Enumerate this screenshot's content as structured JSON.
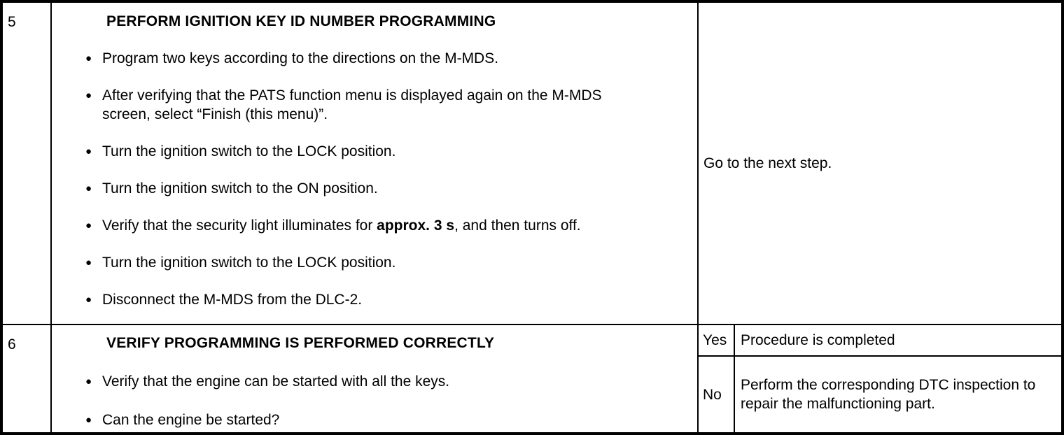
{
  "table": {
    "bullet_glyph": "●",
    "rows": [
      {
        "step": "5",
        "title": "PERFORM IGNITION KEY ID NUMBER PROGRAMMING",
        "bullets": [
          "Program two keys according to the directions on the M-MDS.",
          "After verifying that the PATS function menu is displayed again on the M-MDS screen, select “Finish (this menu)”.",
          "Turn the ignition switch to the LOCK position.",
          "Turn the ignition switch to the ON position.",
          {
            "pre": "Verify that the security light illuminates for ",
            "bold": "approx. 3 s",
            "post": ", and then turns off."
          },
          "Turn the ignition switch to the LOCK position.",
          "Disconnect the M-MDS from the DLC-2."
        ],
        "result": "Go to the next step."
      },
      {
        "step": "6",
        "title": "VERIFY PROGRAMMING IS PERFORMED CORRECTLY",
        "bullets": [
          "Verify that the engine can be started with all the keys.",
          "Can the engine be started?"
        ],
        "results": [
          {
            "answer": "Yes",
            "action": "Procedure is completed"
          },
          {
            "answer": "No",
            "action": "Perform the corresponding DTC inspection to repair the malfunctioning part."
          }
        ]
      }
    ]
  }
}
